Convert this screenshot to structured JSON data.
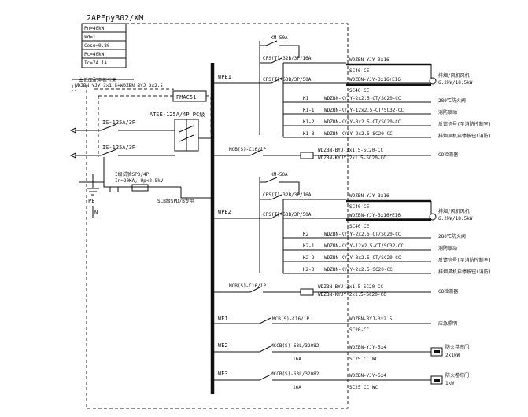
{
  "panel": {
    "name": "2APEpyB02/XM",
    "params": [
      "Pn=40kW",
      "kd=1",
      "Cosφ=0.80",
      "Pc=40kW",
      "Ic=74.1A"
    ]
  },
  "incoming": {
    "note_line1": "由低压配电柜引来",
    "note_line2": "WDZBN-YJY-3x1.5+WDZBN-BYJ-2x2.5",
    "pmac": "PMAC51",
    "ats": "ATSE-125A/4P PC级",
    "is1": "IS-125A/3P",
    "is2": "IS-125A/3P",
    "spd_line1": "I级试验SPD/4P",
    "spd_line2": "In=20KA, Up<2.5kV",
    "scb": "SCB级SPD/B专用",
    "pe": "PE",
    "n": "N"
  },
  "groups": [
    {
      "branch": "WPE1",
      "km": "KM-50A",
      "cps1": "CPS(T)-32B/3P/16A",
      "cps2": "CPS(T)-63B/3P/50A",
      "cable1": "WDZBN-YJY-3x16",
      "cable1b": "SC40 CE",
      "cable2": "WDZBN-YJY-3x16+E16",
      "cable2b": "SC40 CE",
      "fan_line1": "排烟/风机风机",
      "fan_line2": "6.2kW/18.5kW",
      "ctrl": [
        {
          "k": "K1",
          "cable": "WDZBN-KYJY-2x2.5-CT/SC20-CC",
          "desc": "280℃防火阀"
        },
        {
          "k": "K1-1",
          "cable": "WDZBN-KYJY-12x2.5-CT/SC32-CC",
          "desc": "消防联动"
        },
        {
          "k": "K1-2",
          "cable": "WDZBN-KYJY-3x2.5-CT/SC20-CC",
          "desc": "反馈信号(至消防控制室)"
        },
        {
          "k": "K1-3",
          "cable": "WDZBN-KYJY-2x2.5-SC20-CC",
          "desc": "排烟风机启停按钮(消防)"
        }
      ],
      "co_mcb": "MCB(S)-C16/1P",
      "co_cable1": "WDZBN-BYJ-3x1.5-SC20-CC",
      "co_cable2": "WDZBN-KYJY-2x1.5-SC20-CC",
      "co_desc": "CO检测器"
    },
    {
      "branch": "WPE2",
      "km": "KM-50A",
      "cps1": "CPS(T)-32B/3P/16A",
      "cps2": "CPS(T)-63B/3P/50A",
      "cable1": "WDZBN-YJY-3x16",
      "cable1b": "SC40 CE",
      "cable2": "WDZBN-YJY-3x16+E16",
      "cable2b": "SC40 CE",
      "fan_line1": "排烟/风机风机",
      "fan_line2": "6.2kW/18.5kW",
      "ctrl": [
        {
          "k": "K2",
          "cable": "WDZBN-KYJY-2x2.5-CT/SC20-CC",
          "desc": "280℃防火阀"
        },
        {
          "k": "K2-1",
          "cable": "WDZBN-KYJY-12x2.5-CT/SC32-CC",
          "desc": "消防联动"
        },
        {
          "k": "K2-2",
          "cable": "WDZBN-KYJY-3x2.5-CT/SC20-CC",
          "desc": "反馈信号(至消防控制室)"
        },
        {
          "k": "K2-3",
          "cable": "WDZBN-KYJY-2x2.5-SC20-CC",
          "desc": "排烟风机启停按钮(消防)"
        }
      ],
      "co_mcb": "MCB(S)-C16/1P",
      "co_cable1": "WDZBN-BYJ-3x1.5-SC20-CC",
      "co_cable2": "WDZBN-KYJY-2x1.5-SC20-CC",
      "co_desc": "CO检测器"
    }
  ],
  "outgoing": [
    {
      "branch": "WE1",
      "breaker": "MCB(S)-C16/1P",
      "sub": "",
      "cable": "WDZBN-BYJ-3x2.5",
      "cable_b": "SC20-CC",
      "desc1": "应急照明",
      "desc2": ""
    },
    {
      "branch": "WE2",
      "breaker": "MCCB(S)-63L/32082",
      "sub": "16A",
      "cable": "WDZBN-YJY-5x4",
      "cable_b": "SC25 CC WC",
      "desc1": "防火卷帘门",
      "desc2": "2x1kW"
    },
    {
      "branch": "WE3",
      "breaker": "MCCB(S)-63L/32082",
      "sub": "16A",
      "cable": "WDZBN-YJY-5x4",
      "cable_b": "SC25 CC WC",
      "desc1": "防火卷帘门",
      "desc2": "1kW"
    }
  ]
}
